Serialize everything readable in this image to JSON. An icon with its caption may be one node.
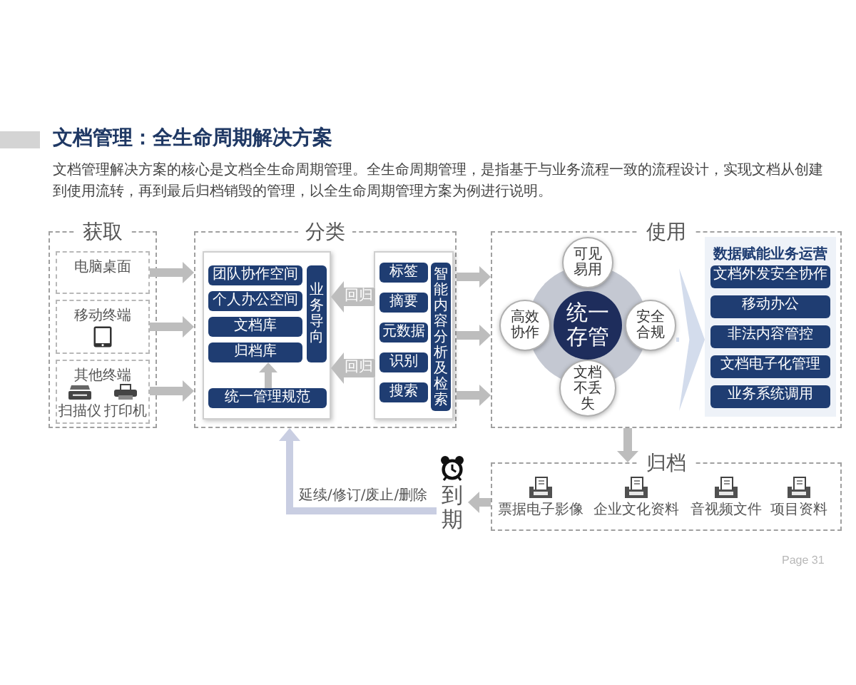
{
  "diagram": {
    "title": "文档管理：全生命周期解决方案",
    "nodes": [
      {
        "text": [
          "获取"
        ]
      },
      {
        "text": [
          "电脑桌面"
        ],
        "in": 0
      },
      {
        "text": [
          "移动终端"
        ],
        "in": 0
      },
      {
        "text": [
          "其他终端"
        ],
        "in": 0
      },
      {
        "text": [
          "分类"
        ]
      },
      {
        "text": [],
        "shape": "box",
        "in": 4
      },
      {
        "text": [
          "团队协作空间"
        ],
        "in": 5
      },
      {
        "text": [
          "个人办公空间"
        ],
        "in": 5
      },
      {
        "text": [
          "文档库"
        ],
        "in": 5
      },
      {
        "text": [
          "归档库"
        ],
        "in": 5
      },
      {
        "text": [
          "业务导向"
        ],
        "in": 5
      },
      {
        "text": [
          "统一管理规范"
        ],
        "in": 5
      },
      {
        "text": [],
        "shape": "box",
        "in": 4
      },
      {
        "text": [
          "标签"
        ],
        "in": 12
      },
      {
        "text": [
          "摘要"
        ],
        "in": 12
      },
      {
        "text": [
          "元数据"
        ],
        "in": 12
      },
      {
        "text": [
          "识别"
        ],
        "in": 12
      },
      {
        "text": [
          "搜索"
        ],
        "in": 12
      },
      {
        "text": [
          "智能内容分析及检索"
        ],
        "in": 12
      },
      {
        "text": [
          "使用"
        ]
      },
      {
        "text": [
          "可见易用"
        ],
        "in": 19
      },
      {
        "text": [
          "高效协作"
        ],
        "in": 19
      },
      {
        "text": [
          "统一存管"
        ],
        "in": 19
      },
      {
        "text": [
          "安全合规"
        ],
        "in": 19
      },
      {
        "text": [
          "文档不丢失"
        ],
        "in": 19
      },
      {
        "text": [
          "数据赋能业务运营"
        ],
        "in": 19
      },
      {
        "text": [
          "文档外发安全协作"
        ],
        "in": 25
      },
      {
        "text": [
          "移动办公"
        ],
        "in": 25
      },
      {
        "text": [
          "非法内容管控"
        ],
        "in": 25
      },
      {
        "text": [
          "文档电子化管理"
        ],
        "in": 25
      },
      {
        "text": [
          "业务系统调用"
        ],
        "in": 25
      },
      {
        "text": [
          "归档"
        ]
      },
      {
        "text": [
          "到期"
        ]
      }
    ],
    "edges": [
      {
        "from": 1,
        "to": 4,
        "arrow": "to"
      },
      {
        "from": 2,
        "to": 4,
        "arrow": "to"
      },
      {
        "from": 3,
        "to": 4,
        "arrow": "to"
      },
      {
        "from": 11,
        "to": 9,
        "arrow": "to"
      },
      {
        "from": 12,
        "to": 5,
        "arrow": "to",
        "label": "回归"
      },
      {
        "from": 12,
        "to": 5,
        "arrow": "to",
        "label": "回归"
      },
      {
        "from": 4,
        "to": 19,
        "arrow": "to"
      },
      {
        "from": 4,
        "to": 19,
        "arrow": "to"
      },
      {
        "from": 4,
        "to": 19,
        "arrow": "to"
      },
      {
        "from": 23,
        "to": 25,
        "arrow": "to",
        "color": "#d3dcec"
      },
      {
        "from": 19,
        "to": 31,
        "arrow": "to"
      },
      {
        "from": 31,
        "to": 32,
        "arrow": "to"
      },
      {
        "from": 32,
        "to": 4,
        "arrow": "to",
        "label": "延续/修订/废止/删除",
        "color": "#c9cee2"
      }
    ],
    "labels": [
      "文档管理解决方案的核心是文档全生命周期管理。全生命周期管理，是指基于与业务流程一致的流程设计，实现文档从创建到使用流转，再到最后归档销毁的管理，以全生命周期管理方案为例进行说明。",
      "扫描仪",
      "打印机",
      "票据电子影像",
      "企业文化资料",
      "音视频文件",
      "项目资料",
      "Page 31"
    ]
  }
}
